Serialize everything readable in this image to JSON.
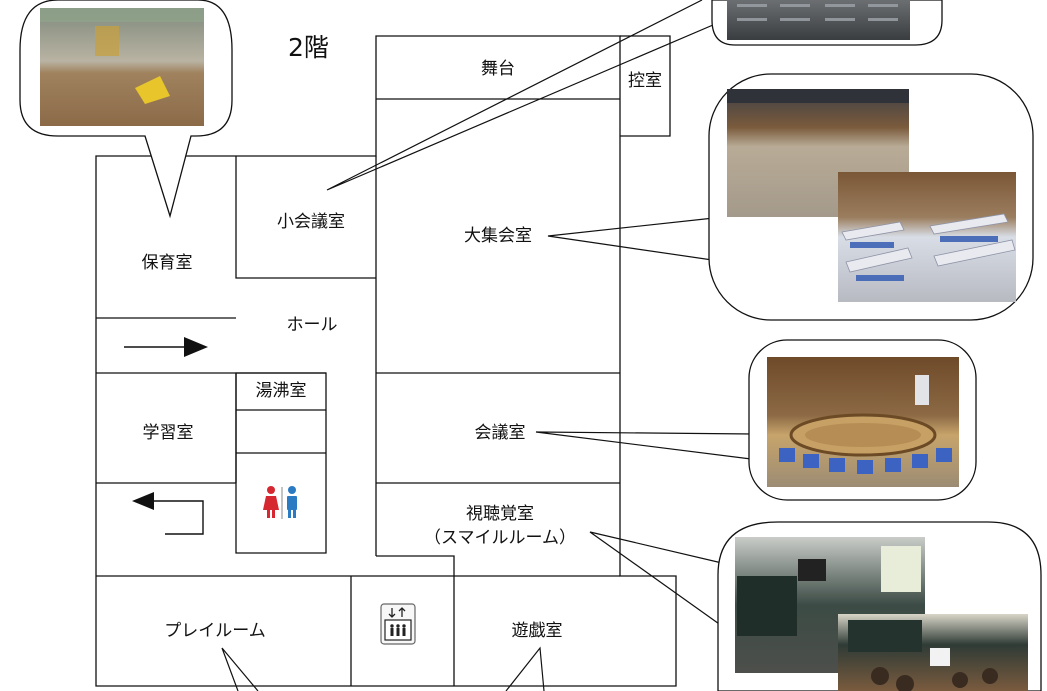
{
  "floor_title": "2階",
  "rooms": {
    "butai": "舞台",
    "hikae": "控室",
    "hoiku": "保育室",
    "shokaigi": "小会議室",
    "daishukai": "大集会室",
    "hall": "ホール",
    "yuwakashi": "湯沸室",
    "gakushu": "学習室",
    "kaigi": "会議室",
    "shichokaku": "視聴覚室",
    "smile_room": "（スマイルルーム）",
    "playroom": "プレイルーム",
    "yugi": "遊戯室"
  },
  "icons": {
    "restroom": "restroom-icon",
    "elevator": "elevator-icon"
  },
  "colors": {
    "line": "#111111",
    "female": "#d62830",
    "male": "#2a7bc2",
    "background": "#ffffff"
  }
}
